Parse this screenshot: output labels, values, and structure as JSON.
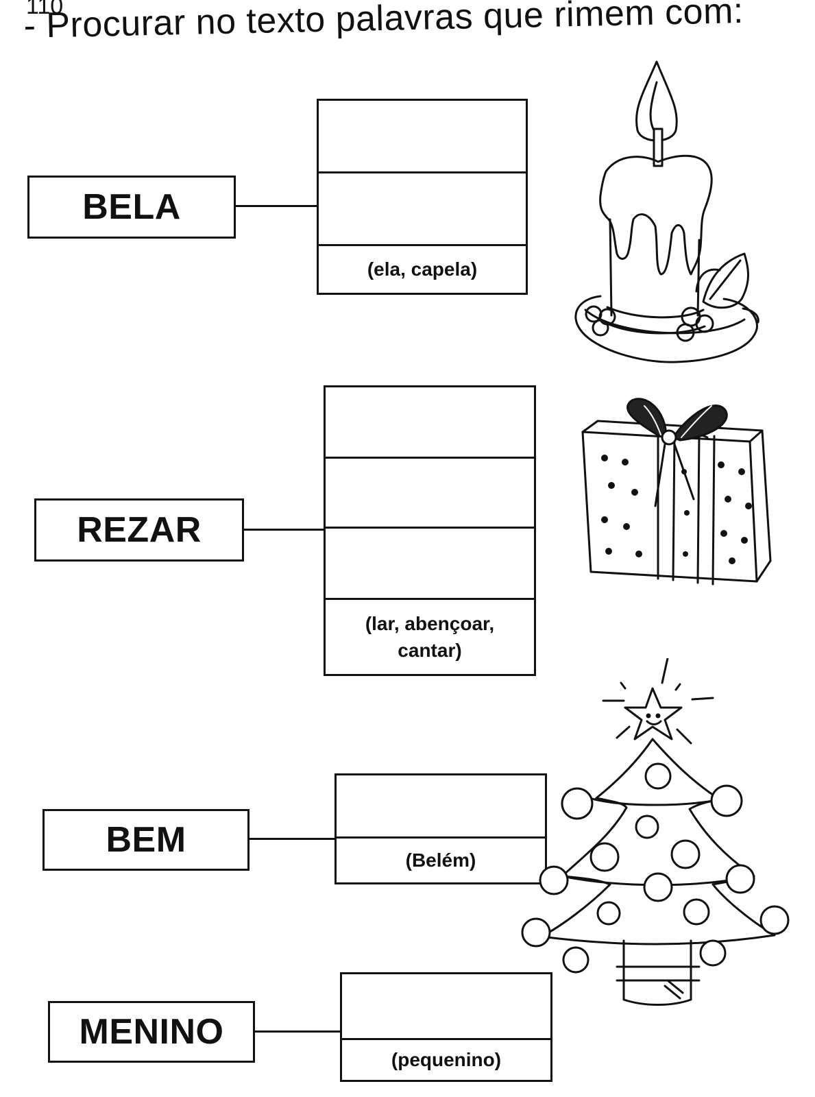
{
  "header": {
    "page_number": "110",
    "instruction": "- Procurar no texto palavras que rimem com:"
  },
  "exercises": [
    {
      "word": "BELA",
      "hint": "(ela, capela)",
      "illustration": "candle-icon"
    },
    {
      "word": "REZAR",
      "hint_line1": "(lar, abençoar,",
      "hint_line2": "cantar)",
      "illustration": "gift-box-icon"
    },
    {
      "word": "BEM",
      "hint": "(Belém)",
      "illustration": "christmas-tree-icon"
    },
    {
      "word": "MENINO",
      "hint": "(pequenino)"
    }
  ]
}
